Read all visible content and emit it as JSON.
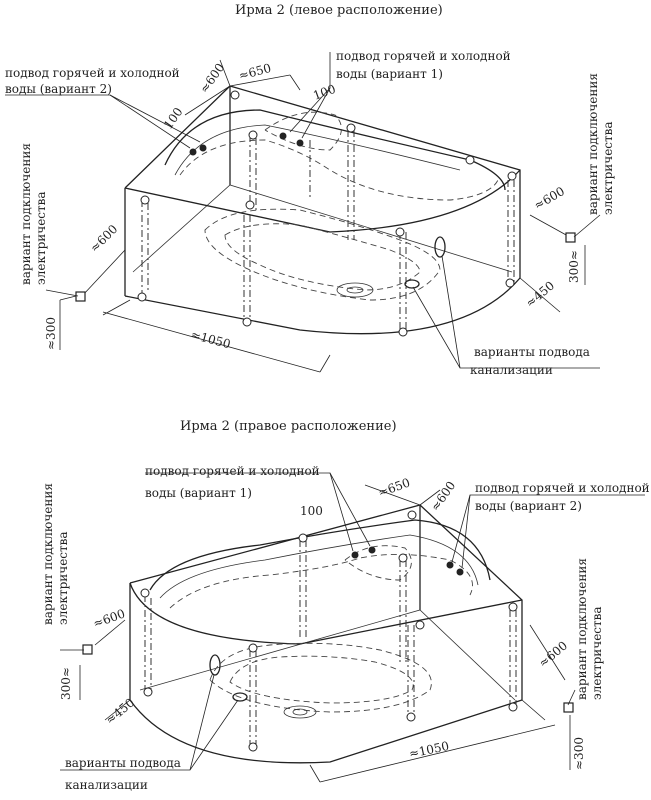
{
  "left": {
    "title": "Ирма 2 (левое расположение)",
    "water_v2": [
      "подвод горячей и холодной",
      "воды (вариант 2)"
    ],
    "water_v1": [
      "подвод горячей и холодной",
      "воды (вариант 1)"
    ],
    "elec_left": [
      "вариант подключения",
      "электричества"
    ],
    "elec_right": [
      "вариант подключения",
      "электричества"
    ],
    "drain": [
      "варианты подвода",
      "канализации"
    ],
    "dims": {
      "d100a": "100",
      "d600a": "≈600",
      "d650": "≈650",
      "d100b": "100",
      "d600_right": "≈600",
      "d300_right": "300≈",
      "d450": "≈450",
      "d1050": "≈1050",
      "d600_left": "≈600",
      "d300_left": "≈300"
    }
  },
  "right": {
    "title": "Ирма 2 (правое расположение)",
    "water_v1": [
      "подвод горячей и холодной",
      "воды (вариант 1)"
    ],
    "water_v2": [
      "подвод горячей и холодной",
      "воды (вариант 2)"
    ],
    "elec_left": [
      "вариант подключения",
      "электричества"
    ],
    "elec_right": [
      "вариант подключения",
      "электричества"
    ],
    "drain": [
      "варианты подвода",
      "канализации"
    ],
    "dims": {
      "d100": "100",
      "d650": "≈650",
      "d600_top": "≈600",
      "d600_left": "≈600",
      "d300_left": "300≈",
      "d450": "≈450",
      "d1050": "≈1050",
      "d600_right": "≈600",
      "d300_right": "≈300"
    }
  }
}
